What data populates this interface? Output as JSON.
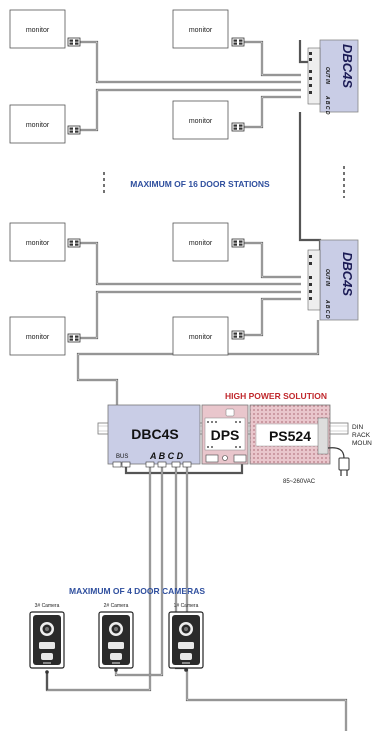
{
  "monitors": {
    "label": "monitor"
  },
  "distributor": {
    "label": "DBC4S",
    "ports_top": "OUT IN",
    "ports_bottom": "A B C D"
  },
  "separator_text": "MAXIMUM OF 16 DOOR STATIONS",
  "power": {
    "title": "HIGH POWER SOLUTION",
    "main_unit": "DBC4S",
    "bus_label": "BUS",
    "channel_labels": "A B C D",
    "dps_label": "DPS",
    "psu_label": "PS524",
    "din_rack": "DIN",
    "rack": "RACK",
    "mount": "MOUN",
    "voltage": "85~260VAC"
  },
  "cameras": {
    "title": "MAXIMUM OF 4 DOOR CAMERAS",
    "items": [
      "3# Camera",
      "2# Camera",
      "1# Camera"
    ]
  },
  "colors": {
    "dbc_fill": "#c9cde6",
    "psu_fill": "#e9c6cc",
    "caption_blue": "#2f4f9e",
    "caption_red": "#c0282d",
    "wire": "#555555"
  }
}
